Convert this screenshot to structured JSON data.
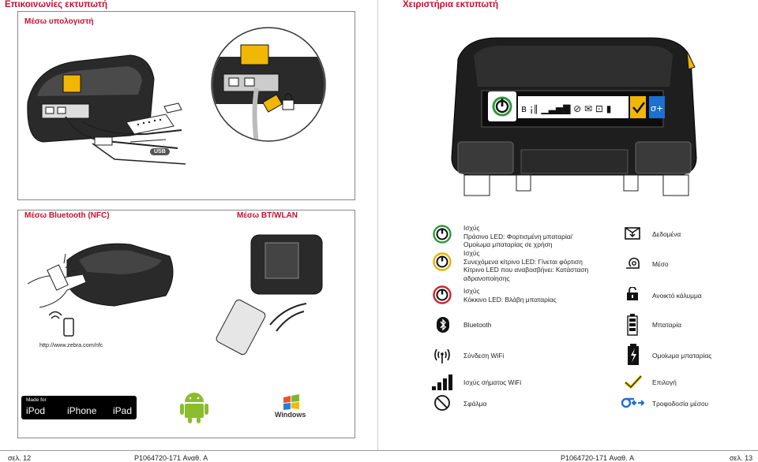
{
  "left": {
    "title": "Επικοινωνίες εκτυπωτή",
    "computer": {
      "heading": "Μέσω υπολογιστή",
      "usb_label": "USB"
    },
    "bluetooth": {
      "heading": "Μέσω Bluetooth (NFC)",
      "url": "http://www.zebra.com/nfc"
    },
    "btwlan": {
      "heading": "Μέσω BT/WLAN"
    },
    "badges": {
      "made_for": "Made for",
      "ipod": "iPod",
      "iphone": "iPhone",
      "ipad": "iPad",
      "windows": "Windows"
    }
  },
  "right": {
    "title": "Χειριστήρια εκτυπωτή",
    "power_entries": [
      {
        "lines": [
          "Ισχύς",
          "Πράσινο LED: Φορτισμένη μπαταρία/",
          "Ομοίωμα μπαταρίας σε χρήση"
        ],
        "color": "#2e9a3c"
      },
      {
        "lines": [
          "Ισχύς",
          "Συνεχόμενα κίτρινο LED: Γίνεται φόρτιση",
          "Κίτρινο LED που αναβοσβήνει: Κατάσταση",
          "αδρανοποίησης"
        ],
        "color": "#e0b400"
      },
      {
        "lines": [
          "Ισχύς",
          "Κόκκινο LED: Βλάβη μπαταρίας"
        ],
        "color": "#d6202a"
      }
    ],
    "icons_left": [
      {
        "label": "Bluetooth",
        "icon": "bluetooth-icon"
      },
      {
        "label": "Σύνδεση WiFi",
        "icon": "wifi-connect-icon"
      },
      {
        "label": "Ισχύς σήματος WiFi",
        "icon": "wifi-signal-icon"
      },
      {
        "label": "Σφάλμα",
        "icon": "error-icon"
      }
    ],
    "icons_right": [
      {
        "label": "Δεδομένα",
        "icon": "data-icon"
      },
      {
        "label": "Μέσο",
        "icon": "media-icon"
      },
      {
        "label": "Ανοικτό κάλυμμα",
        "icon": "cover-open-icon"
      },
      {
        "label": "Μπαταρία",
        "icon": "battery-icon"
      },
      {
        "label": "Ομοίωμα μπαταρίας",
        "icon": "battery-eliminator-icon"
      },
      {
        "label": "Επιλογή",
        "icon": "select-icon"
      },
      {
        "label": "Τροφοδοσία μέσου",
        "icon": "feed-icon"
      }
    ]
  },
  "footer": {
    "left_page": "σελ. 12",
    "left_doc": "P1064720-171 Αναθ. A",
    "right_doc": "P1064720-171 Αναθ. A",
    "right_page": "σελ. 13"
  },
  "colors": {
    "accent": "#c8102e",
    "frame": "#888888",
    "yellow": "#f2b705"
  }
}
